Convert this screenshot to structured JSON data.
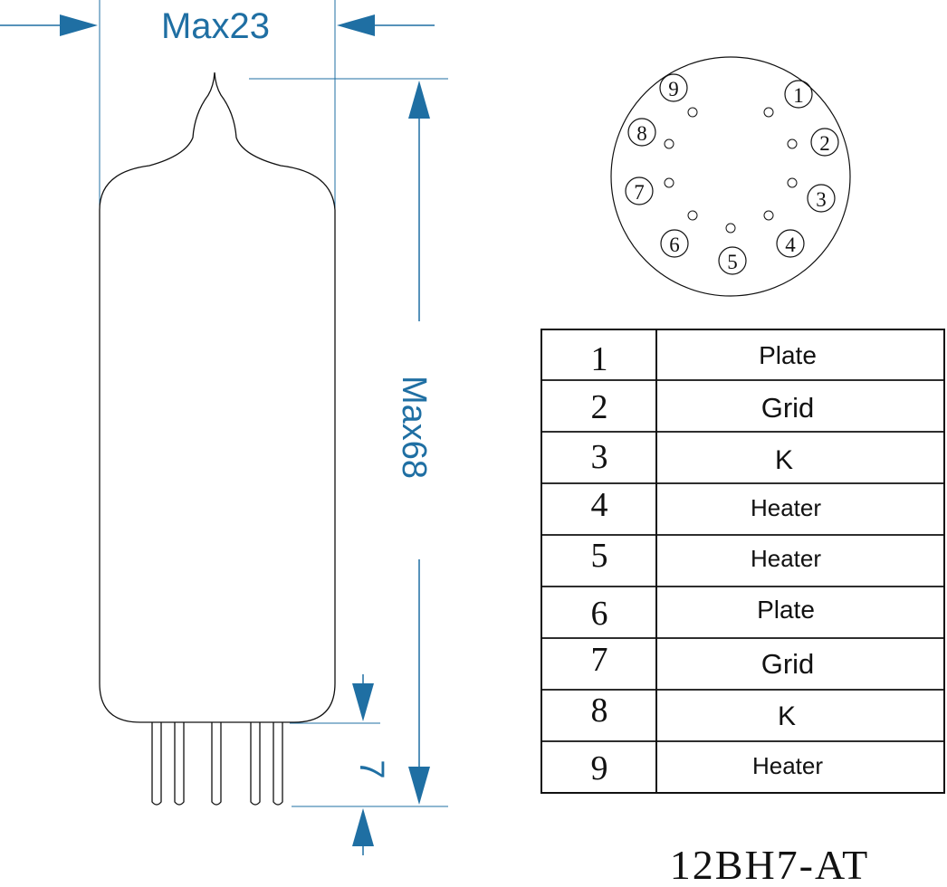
{
  "dimensions": {
    "width_label": "Max23",
    "height_label": "Max68",
    "pin_label": "7"
  },
  "socket": {
    "pin_numbers": [
      "1",
      "2",
      "3",
      "4",
      "5",
      "6",
      "7",
      "8",
      "9"
    ]
  },
  "pinout_table": {
    "rows": [
      {
        "pin": "1",
        "function": "Plate"
      },
      {
        "pin": "2",
        "function": "Grid"
      },
      {
        "pin": "3",
        "function": "K"
      },
      {
        "pin": "4",
        "function": "Heater"
      },
      {
        "pin": "5",
        "function": "Heater"
      },
      {
        "pin": "6",
        "function": "Plate"
      },
      {
        "pin": "7",
        "function": "Grid"
      },
      {
        "pin": "8",
        "function": "K"
      },
      {
        "pin": "9",
        "function": "Heater"
      }
    ]
  },
  "model": "12BH7-AT",
  "colors": {
    "dimension_blue": "#1f6fa3",
    "line": "#111111"
  }
}
